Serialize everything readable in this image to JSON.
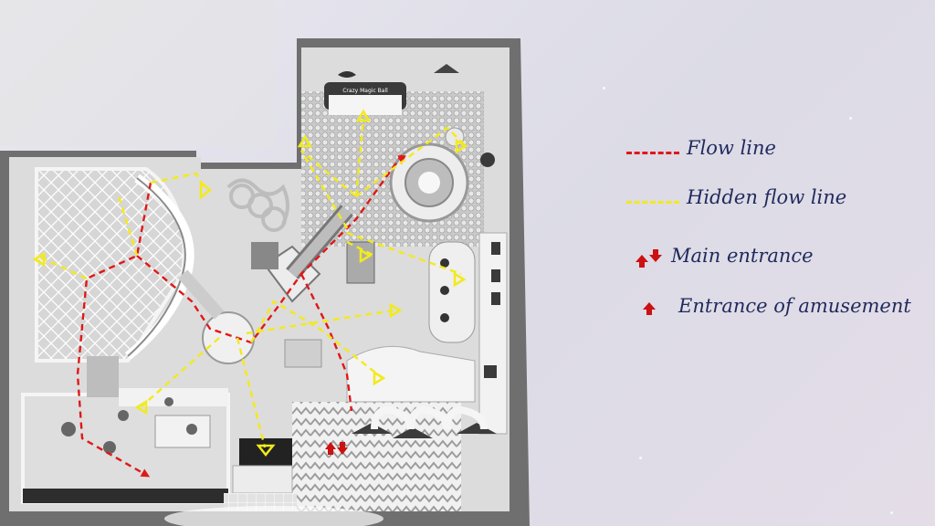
{
  "legend": {
    "flow_line": {
      "label": "Flow line",
      "color": "#e01818"
    },
    "hidden_flow_line": {
      "label": "Hidden flow line",
      "color": "#f2ea1c"
    },
    "main_entrance": {
      "label": "Main entrance",
      "color": "#cc1111"
    },
    "entrance_amusement": {
      "label": "Entrance of amusement",
      "color": "#cc1111"
    }
  },
  "signage": {
    "ball_pool_sign": "Crazy Magic Ball"
  },
  "colors": {
    "arrow_yellow": "#f2ea1c",
    "arrow_red": "#e01818",
    "title_text": "#1f2a5c"
  }
}
